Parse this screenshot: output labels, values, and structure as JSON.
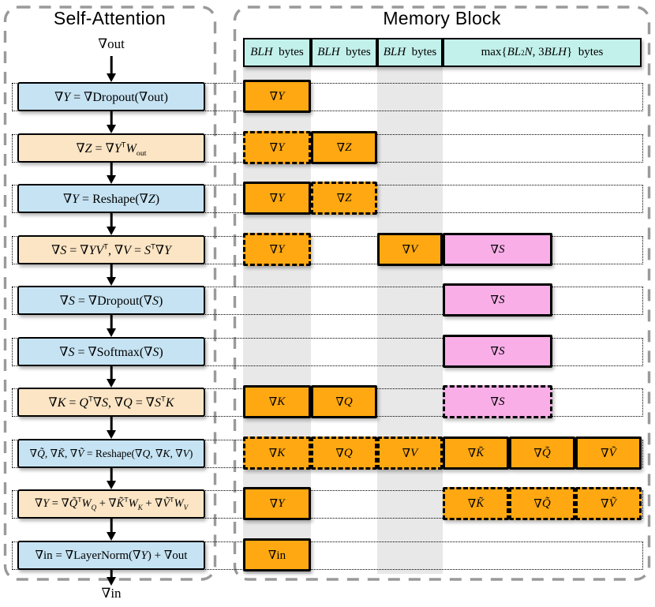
{
  "left_panel": {
    "title": "Self-Attention",
    "input_label": "∇out",
    "output_label": "∇in",
    "steps": [
      {
        "name": "step-dropout-grad-out",
        "color": "blue",
        "formula": "∇<i>Y</i> = ∇Dropout(∇out)"
      },
      {
        "name": "step-wout-grad",
        "color": "tan",
        "formula": "∇<i>Z</i> = ∇<i>Y</i><sup>T</sup><i>W</i><sub>out</sub>"
      },
      {
        "name": "step-reshape-grad-z",
        "color": "blue",
        "formula": "∇<i>Y</i> = Reshape(∇<i>Z</i>)"
      },
      {
        "name": "step-attn-grad-sv",
        "color": "tan",
        "formula": "∇<i>S</i> = ∇<i>YV</i><sup>T</sup>, ∇<i>V</i> = <i>S</i><sup>T</sup>∇<i>Y</i>"
      },
      {
        "name": "step-dropout-grad-s",
        "color": "blue",
        "formula": "∇<i>S</i> = ∇Dropout(∇<i>S</i>)"
      },
      {
        "name": "step-softmax-grad-s",
        "color": "blue",
        "formula": "∇<i>S</i> = ∇Softmax(∇<i>S</i>)"
      },
      {
        "name": "step-grad-kq",
        "color": "tan",
        "formula": "∇<i>K</i> = <i>Q</i><sup>T</sup>∇<i>S</i>, ∇<i>Q</i> = ∇<i>S</i><sup>T</sup><i>K</i>"
      },
      {
        "name": "step-reshape-qkv",
        "color": "blue",
        "formula": "∇<i>Q̃</i>, ∇<i>K̃</i>, ∇<i>Ṽ</i> = Reshape(∇<i>Q</i>, ∇<i>K</i>, ∇<i>V</i>)"
      },
      {
        "name": "step-proj-grad-y",
        "color": "tan",
        "formula": "∇<i>Y</i> = ∇<i>Q̃</i><sup>T</sup><i>W</i><sub><i>Q</i></sub> + ∇<i>K̃</i><sup>T</sup><i>W</i><sub><i>K</i></sub> + ∇<i>Ṽ</i><sup>T</sup><i>W</i><sub><i>V</i></sub>"
      },
      {
        "name": "step-layernorm-grad-in",
        "color": "blue",
        "formula": "∇in = ∇LayerNorm(∇<i>Y</i>) + ∇out"
      }
    ]
  },
  "right_panel": {
    "title": "Memory Block",
    "columns": [
      {
        "name": "col-blh-1",
        "slot": "c1",
        "label": "<i>BLH</i>&nbsp; bytes"
      },
      {
        "name": "col-blh-2",
        "slot": "c2",
        "label": "<i>BLH</i>&nbsp; bytes"
      },
      {
        "name": "col-blh-3",
        "slot": "c3",
        "label": "<i>BLH</i>&nbsp; bytes"
      },
      {
        "name": "col-max",
        "slot": "c4",
        "label": "max{<i>BL</i><sup>2</sup><i>N</i>, 3<i>BLH</i>}&nbsp; bytes"
      }
    ],
    "shaded_columns": [
      "c1",
      "c3"
    ],
    "rows": [
      {
        "blocks": [
          {
            "name": "grad-Y",
            "slot": "c1",
            "border": "solid",
            "color": "orange",
            "label": "∇<i>Y</i>"
          }
        ]
      },
      {
        "blocks": [
          {
            "name": "grad-Y",
            "slot": "c1",
            "border": "dashed",
            "color": "orange",
            "label": "∇<i>Y</i>"
          },
          {
            "name": "grad-Z",
            "slot": "c2",
            "border": "solid",
            "color": "orange",
            "label": "∇<i>Z</i>"
          }
        ]
      },
      {
        "blocks": [
          {
            "name": "grad-Y",
            "slot": "c1",
            "border": "solid",
            "color": "orange",
            "label": "∇<i>Y</i>"
          },
          {
            "name": "grad-Z",
            "slot": "c2",
            "border": "dashed",
            "color": "orange",
            "label": "∇<i>Z</i>"
          }
        ]
      },
      {
        "blocks": [
          {
            "name": "grad-Y",
            "slot": "c1",
            "border": "dashed",
            "color": "orange",
            "label": "∇<i>Y</i>"
          },
          {
            "name": "grad-V",
            "slot": "c3",
            "border": "solid",
            "color": "orange",
            "label": "∇<i>V</i>"
          },
          {
            "name": "grad-S",
            "slot": "half",
            "border": "solid",
            "color": "pink",
            "label": "∇<i>S</i>"
          }
        ]
      },
      {
        "blocks": [
          {
            "name": "grad-S",
            "slot": "half",
            "border": "solid",
            "color": "pink",
            "label": "∇<i>S</i>"
          }
        ]
      },
      {
        "blocks": [
          {
            "name": "grad-S",
            "slot": "half",
            "border": "solid",
            "color": "pink",
            "label": "∇<i>S</i>"
          }
        ]
      },
      {
        "blocks": [
          {
            "name": "grad-K",
            "slot": "c1",
            "border": "solid",
            "color": "orange",
            "label": "∇<i>K</i>"
          },
          {
            "name": "grad-Q",
            "slot": "c2",
            "border": "solid",
            "color": "orange",
            "label": "∇<i>Q</i>"
          },
          {
            "name": "grad-S",
            "slot": "half",
            "border": "dashed",
            "color": "pink",
            "label": "∇<i>S</i>"
          }
        ]
      },
      {
        "blocks": [
          {
            "name": "grad-K",
            "slot": "c1",
            "border": "dashed",
            "color": "orange",
            "label": "∇<i>K</i>"
          },
          {
            "name": "grad-Q",
            "slot": "c2",
            "border": "dashed",
            "color": "orange",
            "label": "∇<i>Q</i>"
          },
          {
            "name": "grad-V",
            "slot": "c3",
            "border": "dashed",
            "color": "orange",
            "label": "∇<i>V</i>"
          },
          {
            "name": "grad-K-tilde",
            "slot": "t1",
            "border": "solid",
            "color": "orange",
            "label": "∇<i>K̃</i>"
          },
          {
            "name": "grad-Q-tilde",
            "slot": "t2",
            "border": "solid",
            "color": "orange",
            "label": "∇<i>Q̃</i>"
          },
          {
            "name": "grad-V-tilde",
            "slot": "t3",
            "border": "solid",
            "color": "orange",
            "label": "∇<i>Ṽ</i>"
          }
        ]
      },
      {
        "blocks": [
          {
            "name": "grad-Y",
            "slot": "c1",
            "border": "solid",
            "color": "orange",
            "label": "∇<i>Y</i>"
          },
          {
            "name": "grad-K-tilde",
            "slot": "t1",
            "border": "dashed",
            "color": "orange",
            "label": "∇<i>K̃</i>"
          },
          {
            "name": "grad-Q-tilde",
            "slot": "t2",
            "border": "dashed",
            "color": "orange",
            "label": "∇<i>Q̃</i>"
          },
          {
            "name": "grad-V-tilde",
            "slot": "t3",
            "border": "dashed",
            "color": "orange",
            "label": "∇<i>Ṽ</i>"
          }
        ]
      },
      {
        "blocks": [
          {
            "name": "grad-in",
            "slot": "c1",
            "border": "solid",
            "color": "orange",
            "label": "∇in"
          }
        ]
      }
    ]
  },
  "colors": {
    "box_blue": "#C6E3F3",
    "box_tan": "#FBE5C4",
    "header_cyan": "#C2F0EA",
    "block_orange": "#FFA811",
    "block_pink": "#F9AEE8",
    "stripe_gray": "#E8E8E8",
    "panel_border": "#9A9A9A",
    "text": "#000000"
  }
}
